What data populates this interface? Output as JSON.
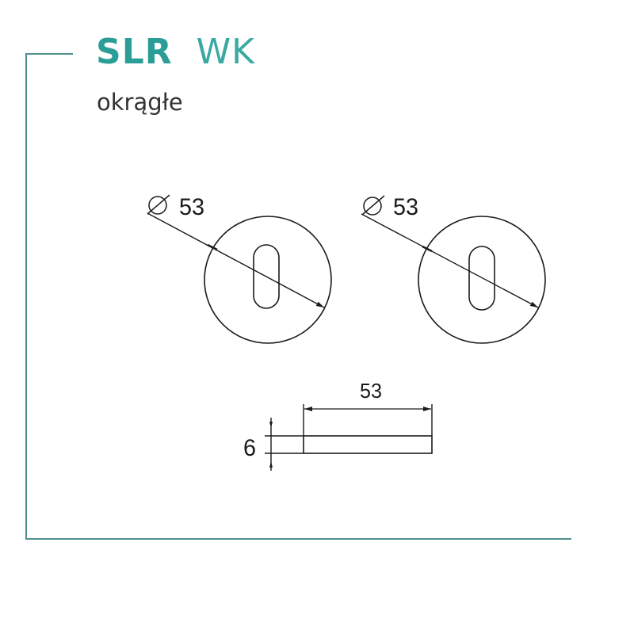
{
  "header": {
    "model": "SLR",
    "variant": "WK",
    "shape": "okrągłe"
  },
  "drawing": {
    "front_views": [
      {
        "diameter_symbol": "⌀",
        "diameter_label": "53"
      },
      {
        "diameter_symbol": "⌀",
        "diameter_label": "53"
      }
    ],
    "side_view": {
      "width_label": "53",
      "thickness_label": "6"
    }
  },
  "colors": {
    "accent": "#2a9d96",
    "frame": "#4f8f8c",
    "line": "#1a1a1a"
  }
}
